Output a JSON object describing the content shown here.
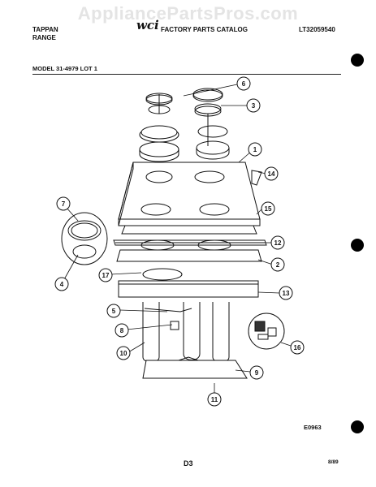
{
  "watermark": "AppliancePartsPros.com",
  "header": {
    "brand_line1": "TAPPAN",
    "brand_line2": "RANGE",
    "logo_text": "wci",
    "catalog_title": "FACTORY PARTS CATALOG",
    "catalog_code": "LT32059540"
  },
  "model_line": "MODEL 31-4979 LOT 1",
  "callouts": {
    "c1": "1",
    "c2": "2",
    "c3": "3",
    "c4": "4",
    "c5": "5",
    "c6": "6",
    "c7": "7",
    "c8": "8",
    "c9": "9",
    "c10": "10",
    "c11": "11",
    "c12": "12",
    "c13": "13",
    "c14": "14",
    "c15": "15",
    "c16": "16",
    "c17": "17"
  },
  "footer": {
    "figure_code": "E0963",
    "page_label": "D3",
    "date_code": "8/89"
  }
}
